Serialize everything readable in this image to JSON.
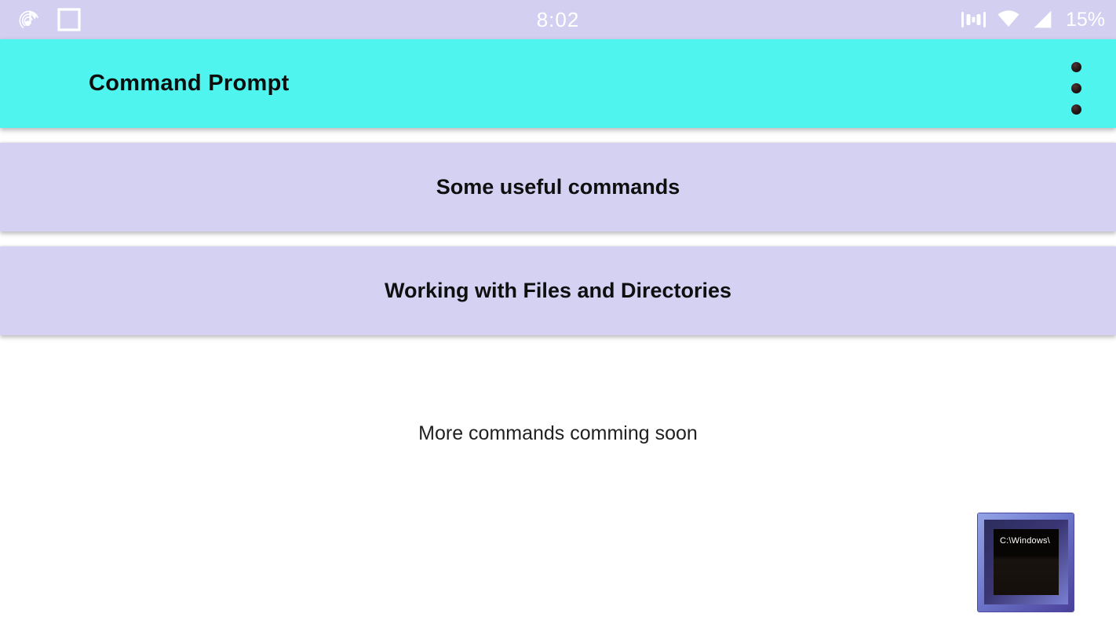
{
  "status_bar": {
    "time": "8:02",
    "battery_percent": "15%",
    "bg_color": "#d2cff1",
    "icons_left": [
      "music-note-icon",
      "screenshot-square-icon"
    ],
    "icons_right": [
      "vibrate-icon",
      "wifi-icon",
      "cellular-signal-icon"
    ]
  },
  "app_bar": {
    "title": "Command Prompt",
    "bg_color": "#50f4ef",
    "overflow_menu_icon": "overflow-menu-icon"
  },
  "menu_items": [
    {
      "label": "Some useful commands"
    },
    {
      "label": "Working with Files and Directories"
    }
  ],
  "content": {
    "footnote": "More commands comming soon"
  },
  "app_logo": {
    "screen_text": "C:\\Windows\\"
  },
  "colors": {
    "card_bg": "#d4d1f2",
    "accent_cyan": "#50f4ef",
    "status_bar_lavender": "#d2cff1",
    "text_dark": "#0d0d0d"
  }
}
